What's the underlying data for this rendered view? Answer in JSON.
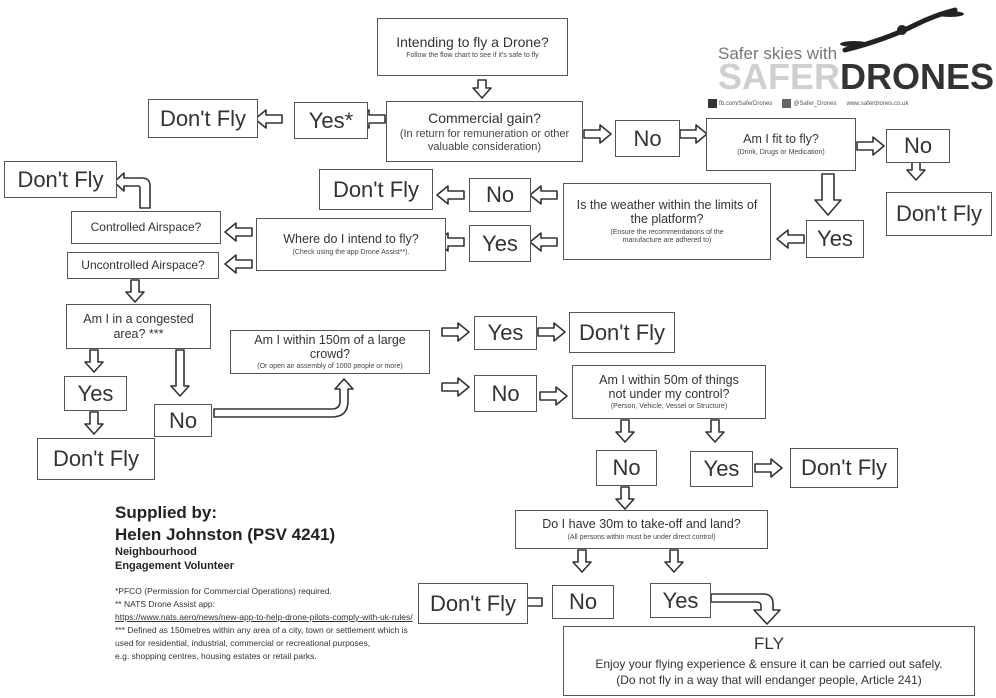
{
  "start": {
    "title": "Intending to fly a Drone?",
    "sub": "Follow the flow chart to see if it's safe to fly"
  },
  "commercial": {
    "title": "Commercial gain?",
    "sub": "(In return for remuneration or other valuable consideration)"
  },
  "fit": {
    "title": "Am I fit to fly?",
    "sub": "(Drink, Drugs or Medication)"
  },
  "weather": {
    "title": "Is the weather within the limits of the platform?",
    "sub": "(Ensure the recommendations of the manufacture are adhered to)"
  },
  "where": {
    "title": "Where do I intend to fly?",
    "sub": "(Check using the app Drone Assist**)."
  },
  "controlled": "Controlled Airspace?",
  "uncontrolled": "Uncontrolled Airspace?",
  "congested": "Am I in a congested area? ***",
  "crowd": {
    "title": "Am I within 150m of a large crowd?",
    "sub": "(Or open air assembly of 1000 people or more)"
  },
  "within50": {
    "title": "Am I within 50m of things not under my control?",
    "sub": "(Person, Vehicle, Vessel or Structure)"
  },
  "have30": {
    "title": "Do I have 30m to take-off and land?",
    "sub": "(All persons within must be under direct control)"
  },
  "labels": {
    "yes_star": "Yes*",
    "yes": "Yes",
    "no": "No",
    "dont_fly": "Don't Fly"
  },
  "fly": {
    "title": "FLY",
    "line1": "Enjoy your flying experience & ensure it can be carried out safely.",
    "line2": "(Do not fly in a way that will endanger people, Article 241)"
  },
  "logo": {
    "tagline": "Safer skies with",
    "safer": "SAFER",
    "drones": "DRONES",
    "fb": "fb.com/SaferDrones",
    "tw": "@Safer_Drones",
    "web": "www.saferdrones.co.uk"
  },
  "supplied": {
    "line1": "Supplied by:",
    "line2": "Helen Johnston (PSV 4241)",
    "line3": "Neighbourhood",
    "line4": "Engagement Volunteer"
  },
  "footnotes": {
    "f1": "*PFCO (Permission for Commercial Operations) required.",
    "f2": "** NATS Drone Assist app:",
    "f3": "https://www.nats.aero/news/new-app-to-help-drone-pilots-comply-with-uk-rules/",
    "f4": "*** Defined as 150metres within any area of a city, town or settlement which is",
    "f5": "used for residential, industrial, commercial or recreational purposes,",
    "f6": "e.g. shopping centres, housing estates or retail parks."
  }
}
